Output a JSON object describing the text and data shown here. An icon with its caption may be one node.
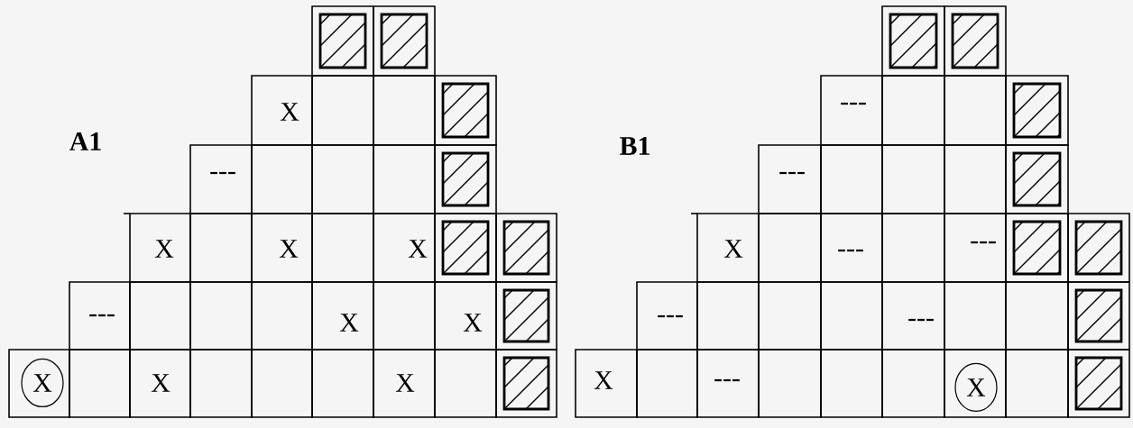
{
  "diagram": {
    "nodes": [
      {
        "text": [
          "X"
        ]
      },
      {
        "text": [
          "X"
        ]
      }
    ],
    "labels": [
      "A1",
      "X",
      "---",
      "X",
      "X",
      "X",
      "---",
      "X",
      "X",
      "X",
      "X",
      "B1",
      "---",
      "---",
      "X",
      "---",
      "---",
      "---",
      "---",
      "X",
      "---"
    ]
  }
}
